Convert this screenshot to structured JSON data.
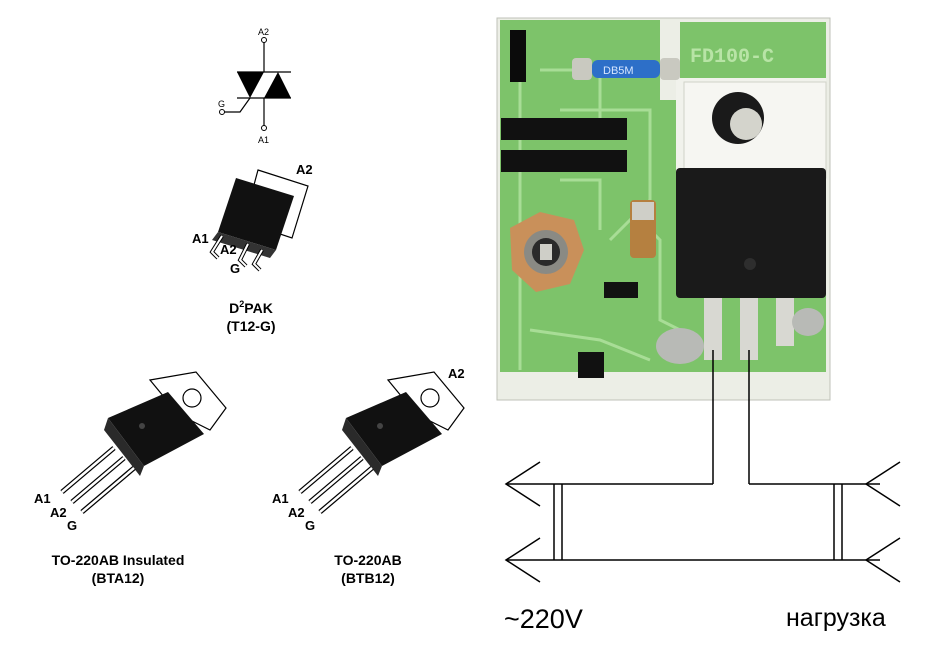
{
  "symbol": {
    "a2": "A2",
    "g": "G",
    "a1": "A1"
  },
  "d2pak": {
    "pin_a2": "A2",
    "pin_a1": "A1",
    "pin_a2_lower": "A2",
    "pin_g": "G",
    "name_prefix": "D",
    "name_sup": "2",
    "name_suffix": "PAK",
    "code": "(T12-G)"
  },
  "to220_insulated": {
    "pin_a1": "A1",
    "pin_a2": "A2",
    "pin_g": "G",
    "name": "TO-220AB Insulated",
    "code": "(BTA12)"
  },
  "to220": {
    "pin_a2_top": "A2",
    "pin_a1": "A1",
    "pin_a2": "A2",
    "pin_g": "G",
    "name": "TO-220AB",
    "code": "(BTB12)"
  },
  "board": {
    "marking": "FD100-C",
    "resistor_marking": "DB5M",
    "pcb_color": "#7dc36a",
    "mask_color": "#eceee6",
    "triac_color": "#1a1a1a",
    "knob_color": "#c9905a"
  },
  "wiring": {
    "mains_label": "~220V",
    "load_label": "нагрузка"
  }
}
